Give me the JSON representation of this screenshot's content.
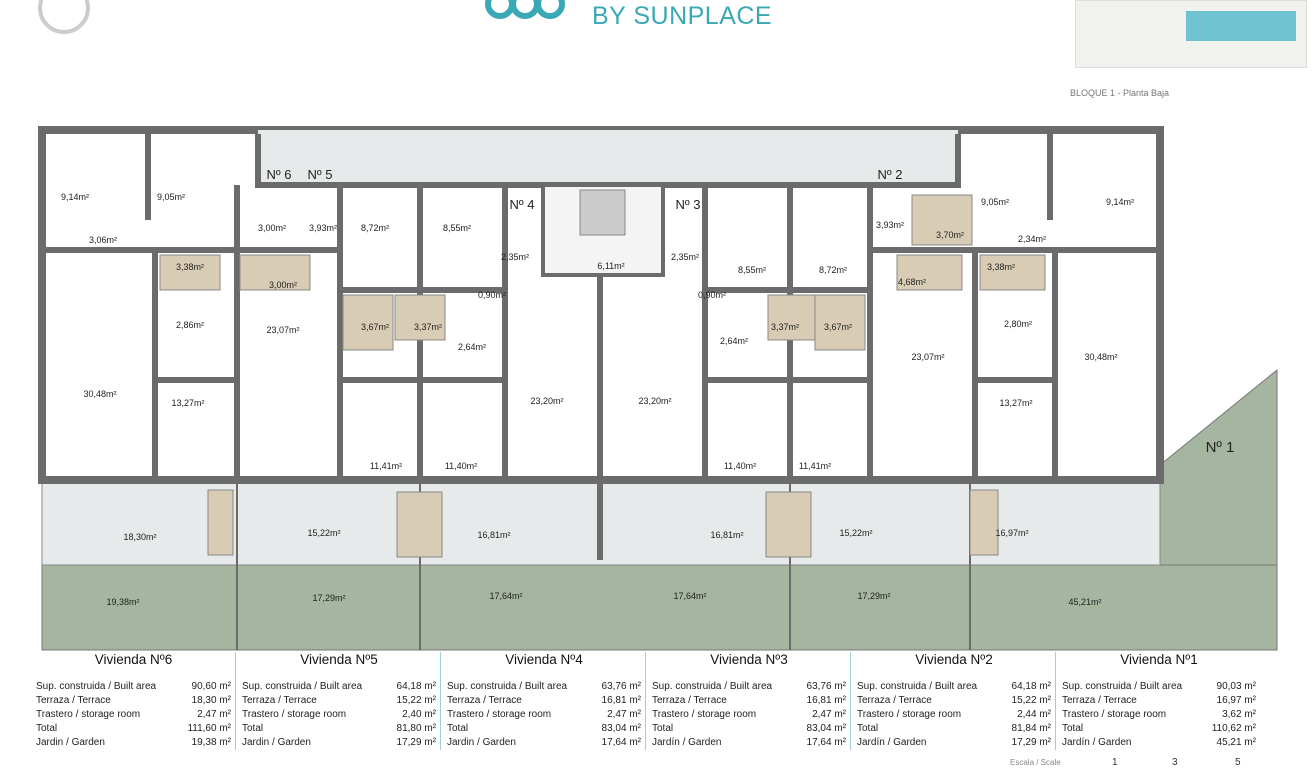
{
  "brand": {
    "logo_text": "BY SUNPLACE",
    "color": "#3aa9b5"
  },
  "plan_title": "BLOQUE 1 - Planta Baja",
  "colors": {
    "wall": "#6b6b6b",
    "garden": "#a5b59f",
    "terrace": "#e6eaea",
    "bath": "#d9ccb4"
  },
  "unit_markers": [
    "Nº 6",
    "Nº 5",
    "Nº 4",
    "Nº 3",
    "Nº 2",
    "Nº 1"
  ],
  "room_areas": [
    "9,14m²",
    "9,05m²",
    "3,06m²",
    "3,00m²",
    "3,38m²",
    "2,86m²",
    "30,48m²",
    "13,27m²",
    "23,07m²",
    "3,00m²",
    "3,93m²",
    "8,72m²",
    "8,55m²",
    "3,67m²",
    "3,37m²",
    "2,64m²",
    "11,41m²",
    "11,40m²",
    "2,35m²",
    "0,90m²",
    "6,11m²",
    "23,20m²",
    "2,35m²",
    "0,90m²",
    "23,20m²",
    "8,55m²",
    "8,72m²",
    "2,64m²",
    "3,37m²",
    "3,67m²",
    "11,40m²",
    "11,41m²",
    "3,93m²",
    "3,70m²",
    "4,68m²",
    "23,07m²",
    "3,38m²",
    "2,34m²",
    "2,80m²",
    "13,27m²",
    "9,05m²",
    "9,14m²",
    "30,48m²"
  ],
  "terrace_areas": [
    "18,30m²",
    "15,22m²",
    "16,81m²",
    "16,81m²",
    "15,22m²",
    "16,97m²"
  ],
  "garden_areas": [
    "19,38m²",
    "17,29m²",
    "17,64m²",
    "17,64m²",
    "17,29m²",
    "45,21m²"
  ],
  "units": [
    {
      "title": "Vivienda Nº6",
      "rows": [
        [
          "Sup. construida / Built area",
          "90,60 m²"
        ],
        [
          "Terraza / Terrace",
          "18,30 m²"
        ],
        [
          "Trastero / storage room",
          "2,47 m²"
        ],
        [
          "Total",
          "111,60 m²"
        ],
        [
          "Jardin / Garden",
          "19,38 m²"
        ]
      ]
    },
    {
      "title": "Vivienda Nº5",
      "rows": [
        [
          "Sup. construida / Built area",
          "64,18 m²"
        ],
        [
          "Terraza / Terrace",
          "15,22 m²"
        ],
        [
          "Trastero / storage room",
          "2,40 m²"
        ],
        [
          "Total",
          "81,80 m²"
        ],
        [
          "Jardin / Garden",
          "17,29 m²"
        ]
      ]
    },
    {
      "title": "Vivienda Nº4",
      "rows": [
        [
          "Sup. construida / Built area",
          "63,76 m²"
        ],
        [
          "Terraza / Terrace",
          "16,81 m²"
        ],
        [
          "Trastero / storage room",
          "2,47 m²"
        ],
        [
          "Total",
          "83,04 m²"
        ],
        [
          "Jardin / Garden",
          "17,64 m²"
        ]
      ]
    },
    {
      "title": "Vivienda Nº3",
      "rows": [
        [
          "Sup. construida / Built area",
          "63,76 m²"
        ],
        [
          "Terraza / Terrace",
          "16,81 m²"
        ],
        [
          "Trastero / storage room",
          "2,47 m²"
        ],
        [
          "Total",
          "83,04 m²"
        ],
        [
          "Jardín / Garden",
          "17,64 m²"
        ]
      ]
    },
    {
      "title": "Vivienda Nº2",
      "rows": [
        [
          "Sup. construida / Built area",
          "64,18 m²"
        ],
        [
          "Terraza / Terrace",
          "15,22 m²"
        ],
        [
          "Trastero / storage room",
          "2,44 m²"
        ],
        [
          "Total",
          "81,84 m²"
        ],
        [
          "Jardín / Garden",
          "17,29 m²"
        ]
      ]
    },
    {
      "title": "Vivienda Nº1",
      "rows": [
        [
          "Sup. construida / Built area",
          "90,03 m²"
        ],
        [
          "Terraza / Terrace",
          "16,97 m²"
        ],
        [
          "Trastero / storage room",
          "3,62 m²"
        ],
        [
          "Total",
          "110,62 m²"
        ],
        [
          "Jardín / Garden",
          "45,21 m²"
        ]
      ]
    }
  ],
  "scale": {
    "label": "Escala / Scale",
    "ticks": [
      "1",
      "3",
      "5"
    ]
  }
}
